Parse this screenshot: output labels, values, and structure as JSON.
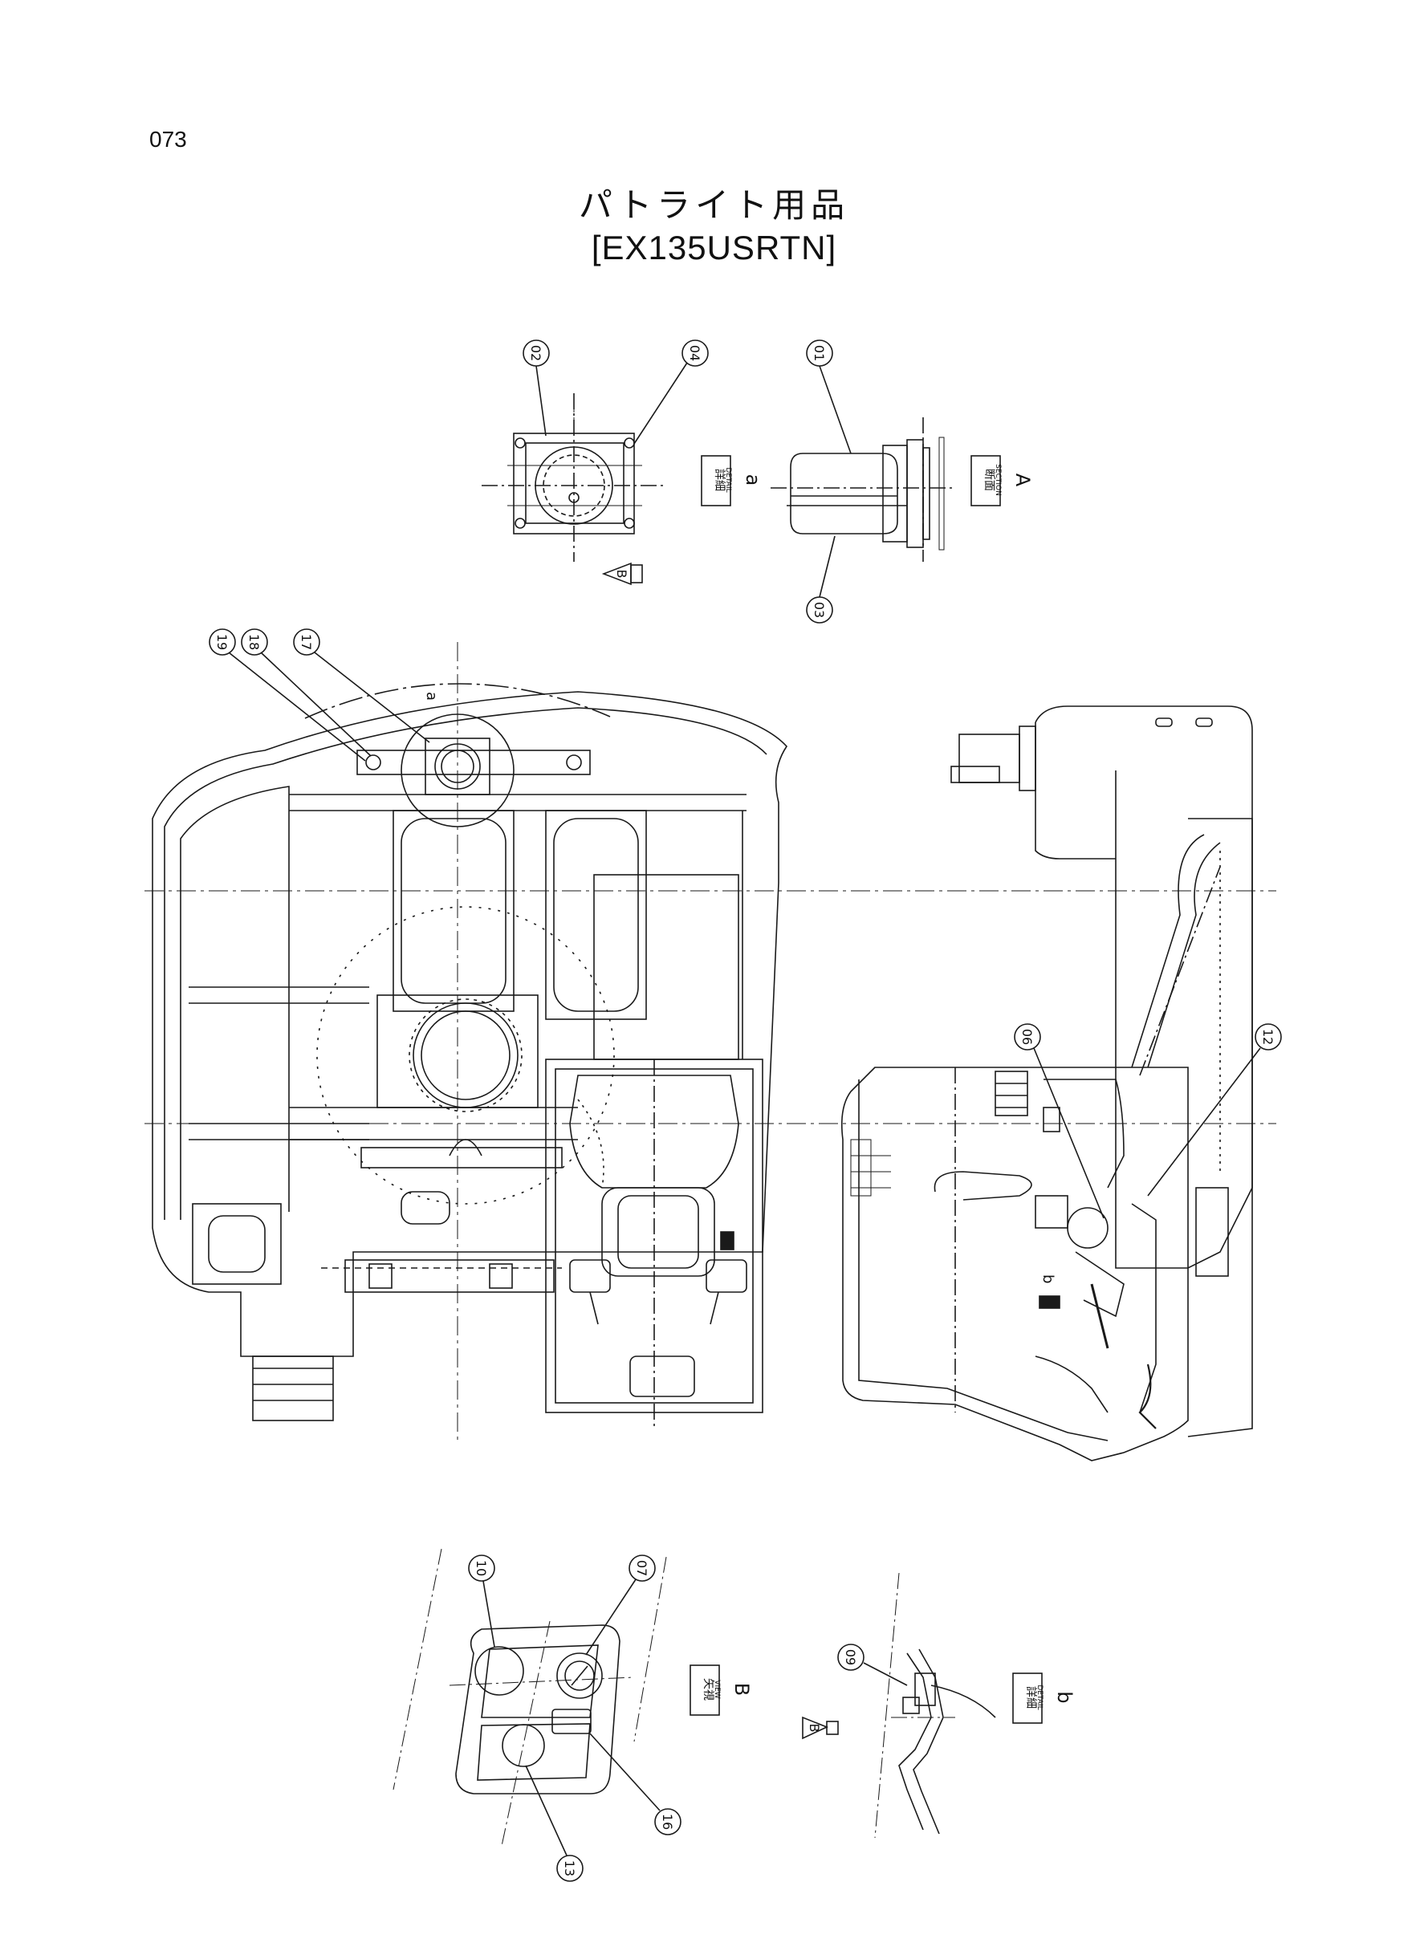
{
  "header": {
    "page_number": "073",
    "title": "パトライト用品",
    "subtitle": "[EX135USRTN]"
  },
  "callouts": [
    "02",
    "04",
    "01",
    "03",
    "19",
    "18",
    "17",
    "06",
    "12",
    "10",
    "07",
    "13",
    "16",
    "09"
  ],
  "view_labels": {
    "detail_a_jp": "詳細",
    "detail_a_en": "DETAIL",
    "detail_a_letter": "a",
    "section_a_jp": "断面",
    "section_a_en": "SECTION",
    "section_a_letter": "A",
    "view_b_jp": "矢視",
    "view_b_en": "VIEW",
    "view_b_letter": "B",
    "detail_b_jp": "詳細",
    "detail_b_en": "DETAIL",
    "detail_b_letter": "b"
  },
  "arrow_labels": {
    "arrow_b_top": "B",
    "arrow_b_bottom": "B"
  },
  "annotations": {
    "letter_a_top": "a",
    "letter_b_side": "b"
  },
  "colors": {
    "line": "#1a1a1a",
    "paper": "#ffffff"
  }
}
